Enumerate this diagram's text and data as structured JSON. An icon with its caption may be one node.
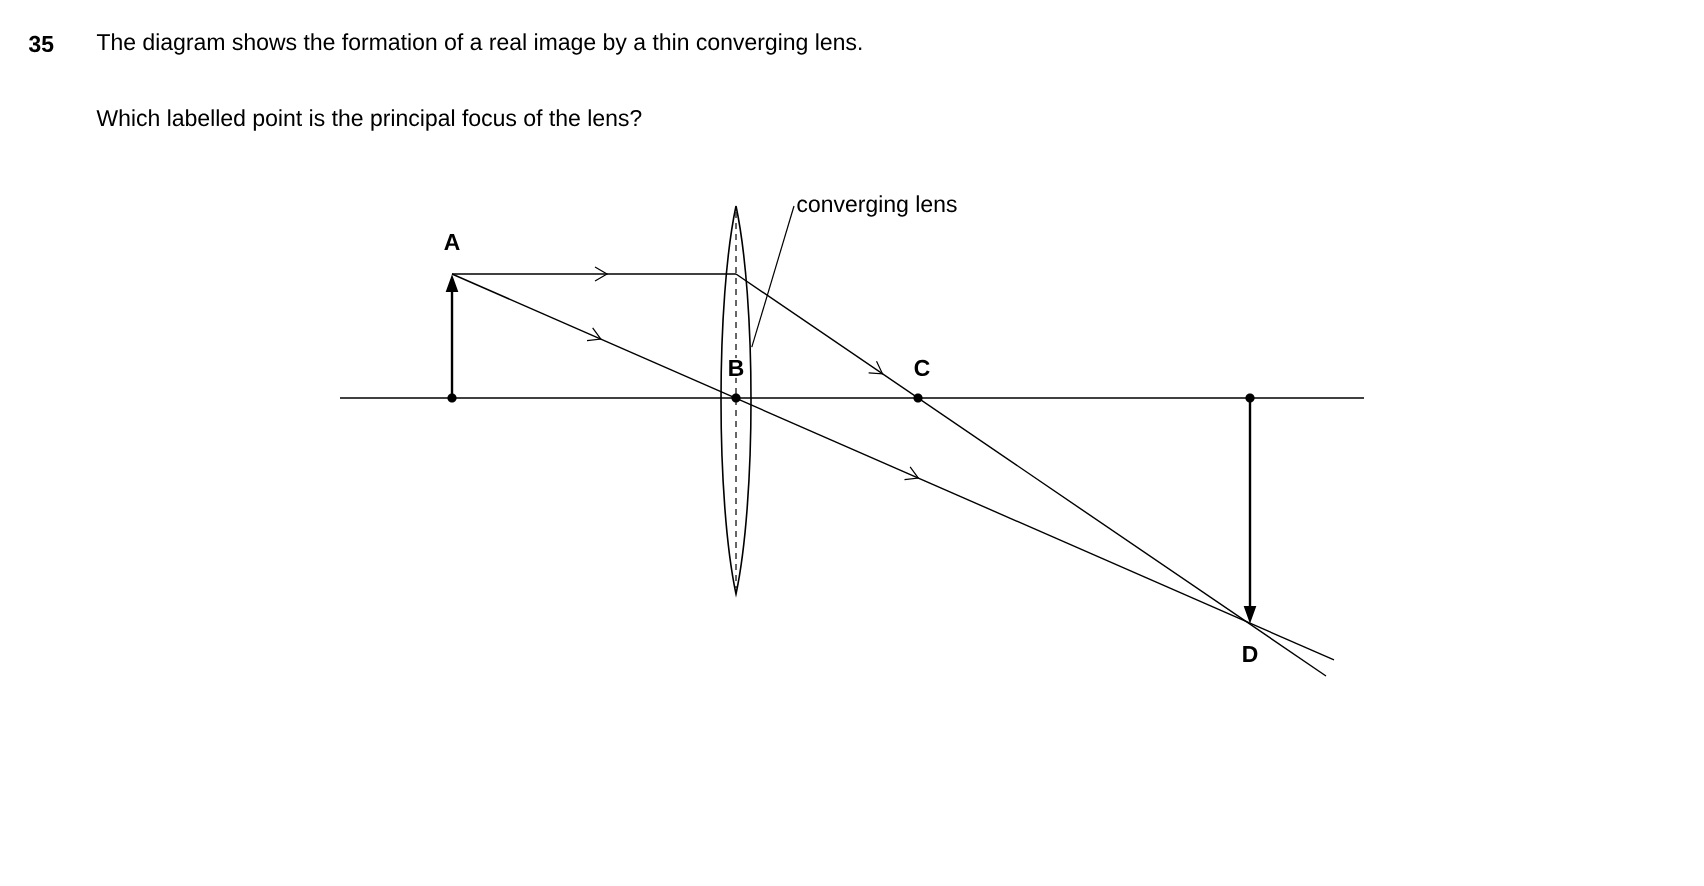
{
  "diagram": {
    "nodes": [
      {
        "text": [
          "converging lens"
        ]
      },
      {
        "text": [],
        "shape": "lens"
      }
    ],
    "edges": [
      {
        "from": 0,
        "to": 1,
        "arrow": "none"
      }
    ],
    "labels": [
      "35",
      "The diagram shows the formation of a real image by a thin converging lens.",
      "Which labelled point is the principal focus of the lens?",
      "A",
      "B",
      "C",
      "D"
    ]
  }
}
